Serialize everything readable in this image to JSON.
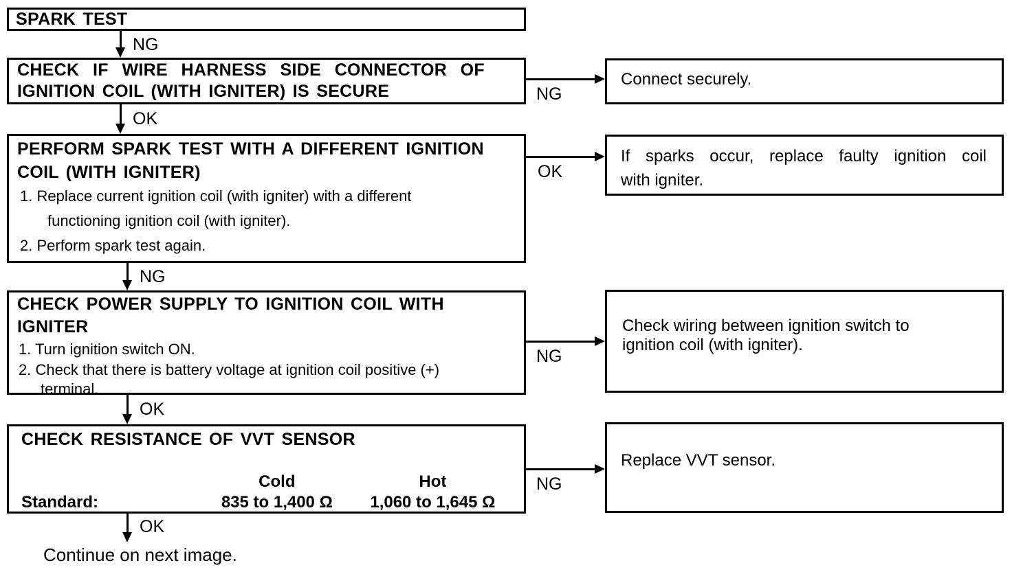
{
  "colors": {
    "line": "#000000",
    "background": "#ffffff",
    "text": "#000000"
  },
  "flow": {
    "steps": [
      {
        "title": "SPARK TEST"
      },
      {
        "title_line1": "CHECK IF WIRE HARNESS SIDE CONNECTOR OF",
        "title_line2": "IGNITION COIL (WITH IGNITER) IS SECURE"
      },
      {
        "title_line1": "PERFORM SPARK TEST WITH A DIFFERENT IGNITION",
        "title_line2": "COIL (WITH IGNITER)",
        "step1_line1": "1. Replace current ignition coil (with igniter) with a different",
        "step1_line2": "functioning ignition coil (with igniter).",
        "step2": "2. Perform spark test again."
      },
      {
        "title_line1": "CHECK POWER SUPPLY TO IGNITION COIL WITH",
        "title_line2": "IGNITER",
        "step1": "1. Turn ignition switch ON.",
        "step2_line1": "2. Check that there is battery voltage at ignition coil positive (+)",
        "step2_line2": "terminal."
      },
      {
        "title": "CHECK RESISTANCE OF VVT SENSOR",
        "standard_label": "Standard:",
        "cold_header": "Cold",
        "hot_header": "Hot",
        "cold_value": "835 to 1,400 Ω",
        "hot_value": "1,060 to 1,645 Ω"
      }
    ],
    "down_arrows": [
      {
        "label": "NG"
      },
      {
        "label": "OK"
      },
      {
        "label": "NG"
      },
      {
        "label": "OK"
      },
      {
        "label": "OK"
      }
    ],
    "right_arrows": [
      {
        "label": "NG"
      },
      {
        "label": "OK"
      },
      {
        "label": "NG"
      },
      {
        "label": "NG"
      }
    ],
    "results": [
      {
        "text": "Connect securely."
      },
      {
        "line1": "If sparks occur, replace faulty ignition coil",
        "line2": "with igniter."
      },
      {
        "line1": "Check wiring between ignition switch to",
        "line2": "ignition coil (with igniter)."
      },
      {
        "text": "Replace VVT sensor."
      }
    ],
    "footer": "Continue on next image."
  }
}
